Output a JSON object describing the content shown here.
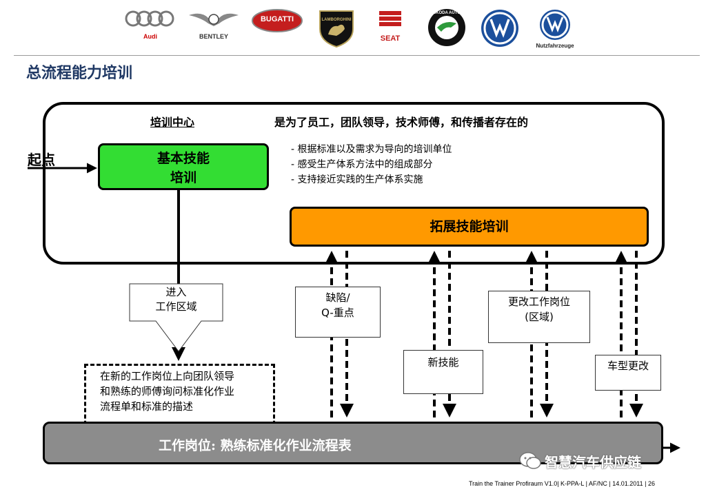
{
  "brands": [
    {
      "name": "Audi",
      "caption": "Audi"
    },
    {
      "name": "Bentley",
      "caption": "BENTLEY"
    },
    {
      "name": "Bugatti",
      "caption": "BUGATTI"
    },
    {
      "name": "Lamborghini",
      "caption": "LAMBORGHINI"
    },
    {
      "name": "SEAT",
      "caption": "SEAT"
    },
    {
      "name": "Skoda",
      "caption": "ŠKODA AUTO"
    },
    {
      "name": "Volkswagen",
      "caption": ""
    },
    {
      "name": "Volkswagen Nutzfahrzeuge",
      "caption": "Nutzfahrzeuge"
    }
  ],
  "page_title": "总流程能力培训",
  "training_center": {
    "label": "培训中心",
    "description": "是为了员工，团队领导，技术师傅，和传播者存在的",
    "bullets": [
      "- 根据标准以及需求为导向的培训单位",
      "- 感受生产体系方法中的组成部分",
      "- 支持接近实践的生产体系实施"
    ]
  },
  "start_label": "起点",
  "basic_training": {
    "line1": "基本技能",
    "line2": "培训"
  },
  "extended_training": "拓展技能培训",
  "enter_callout": {
    "line1": "进入",
    "line2": "工作区域"
  },
  "dashed_note": [
    "在新的工作岗位上向团队领导",
    "和熟练的师傅询问标准化作业",
    "流程单和标准的描述"
  ],
  "triggers": [
    {
      "line1": "缺陷/",
      "line2": "Q-重点"
    },
    {
      "line1": "新技能",
      "line2": ""
    },
    {
      "line1": "更改工作岗位",
      "line2": "(区域)"
    },
    {
      "line1": "车型更改",
      "line2": ""
    }
  ],
  "workplace_label": "工作岗位: 熟练标准化作业流程表",
  "footer": "Train the Trainer Profiraum V1.0| K-PPA-L | AF/NC | 14.01.2011 |   26",
  "watermark": "智慧汽车供应链",
  "colors": {
    "title": "#1f3864",
    "basic_box": "#33dd33",
    "extended_box": "#ff9900",
    "workplace_bar": "#8c8c8c"
  }
}
